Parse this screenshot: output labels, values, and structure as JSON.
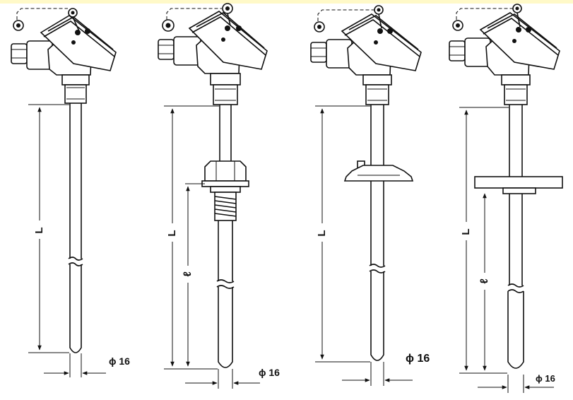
{
  "colors": {
    "ink": "#111111",
    "background": "#ffffff",
    "top_strip": "#fff9c8"
  },
  "diagrams": [
    {
      "length_label": "L",
      "diameter_label": "ϕ 16"
    },
    {
      "length_label": "L",
      "insert_label": "ℓ",
      "diameter_label": "ϕ 16"
    },
    {
      "length_label": "L",
      "diameter_label": "ϕ 16"
    },
    {
      "length_label": "L",
      "insert_label": "ℓ",
      "diameter_label": "ϕ 16"
    }
  ]
}
